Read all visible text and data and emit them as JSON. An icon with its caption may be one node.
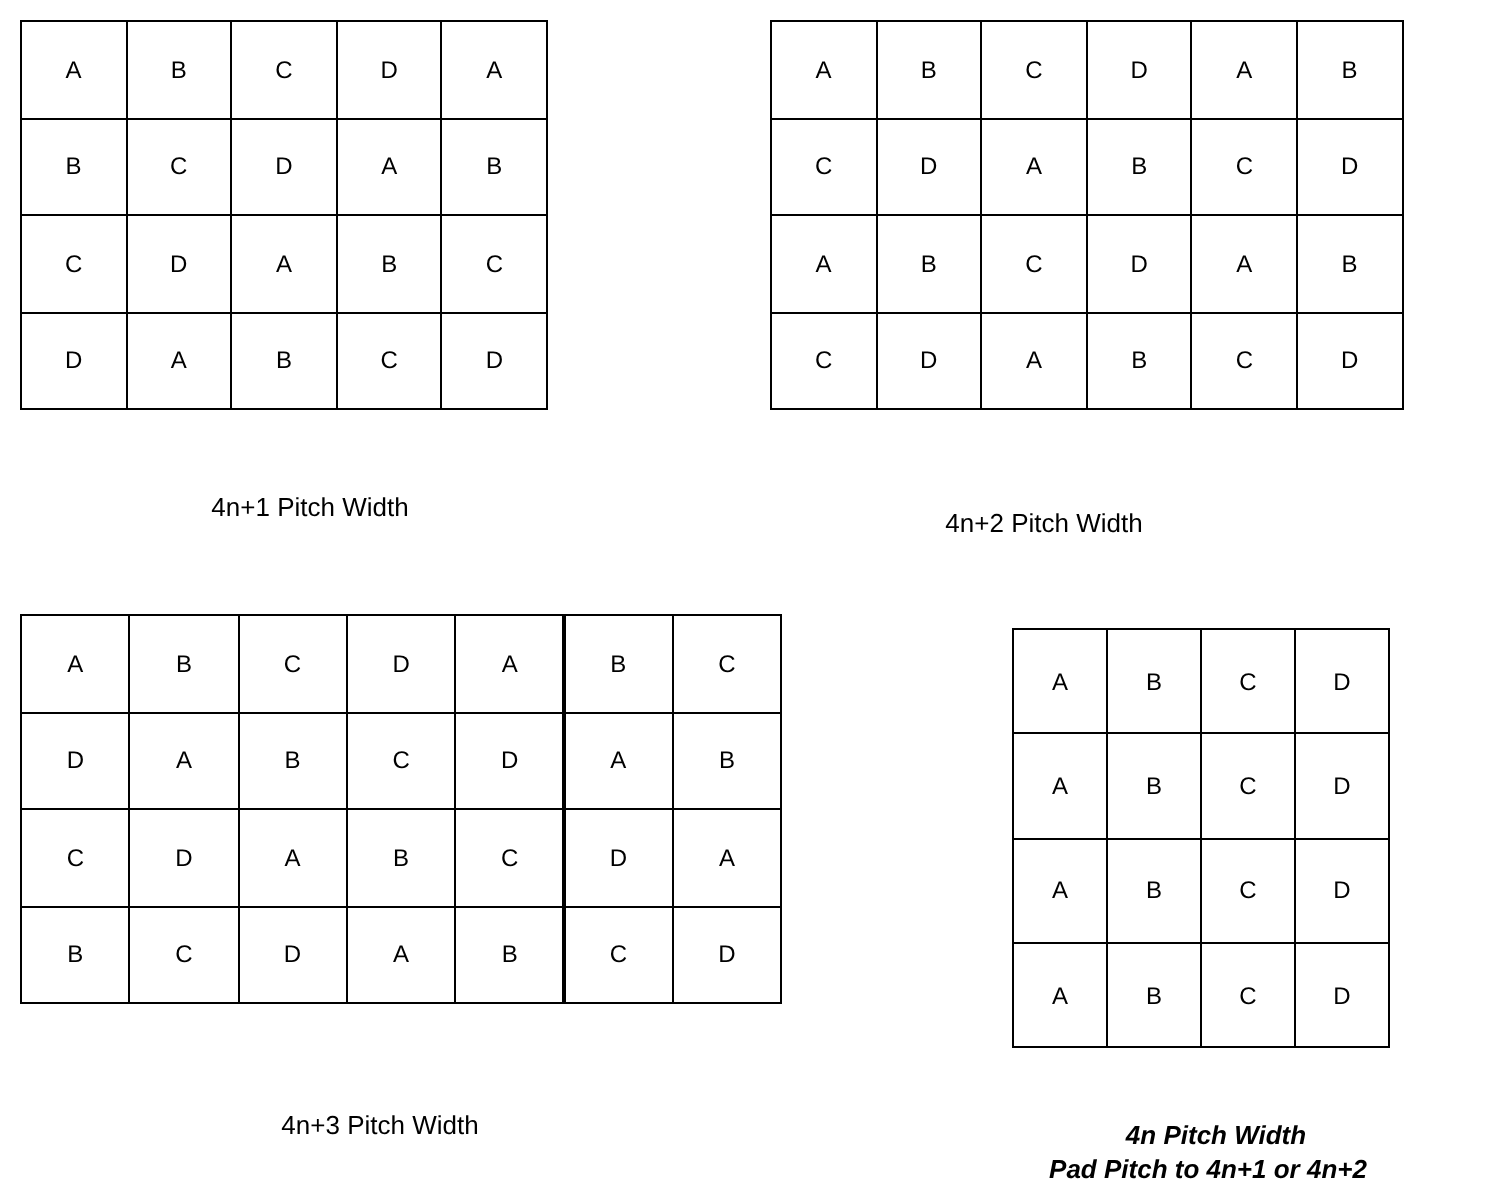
{
  "diagram": {
    "labels": [
      "A",
      "B",
      "C",
      "D",
      "A",
      "B",
      "C",
      "D",
      "A",
      "B",
      "C",
      "D",
      "A",
      "B",
      "C",
      "D",
      "A",
      "B",
      "C",
      "D",
      "A",
      "B",
      "C",
      "D",
      "A",
      "B",
      "C",
      "D",
      "A",
      "B",
      "C",
      "D",
      "A",
      "B",
      "C",
      "D",
      "A",
      "B",
      "C",
      "D",
      "A",
      "B",
      "C",
      "D",
      "4n+1 Pitch Width",
      "4n+2 Pitch Width",
      "A",
      "B",
      "C",
      "D",
      "A",
      "B",
      "C",
      "D",
      "A",
      "B",
      "C",
      "D",
      "A",
      "B",
      "C",
      "D",
      "A",
      "B",
      "C",
      "D",
      "A",
      "B",
      "C",
      "D",
      "A",
      "B",
      "C",
      "D",
      "A",
      "B",
      "C",
      "D",
      "A",
      "B",
      "C",
      "D",
      "A",
      "B",
      "C",
      "D",
      "A",
      "B",
      "C",
      "D",
      "4n+3 Pitch Width",
      "4n Pitch Width",
      "Pad Pitch to 4n+1 or 4n+2"
    ]
  }
}
